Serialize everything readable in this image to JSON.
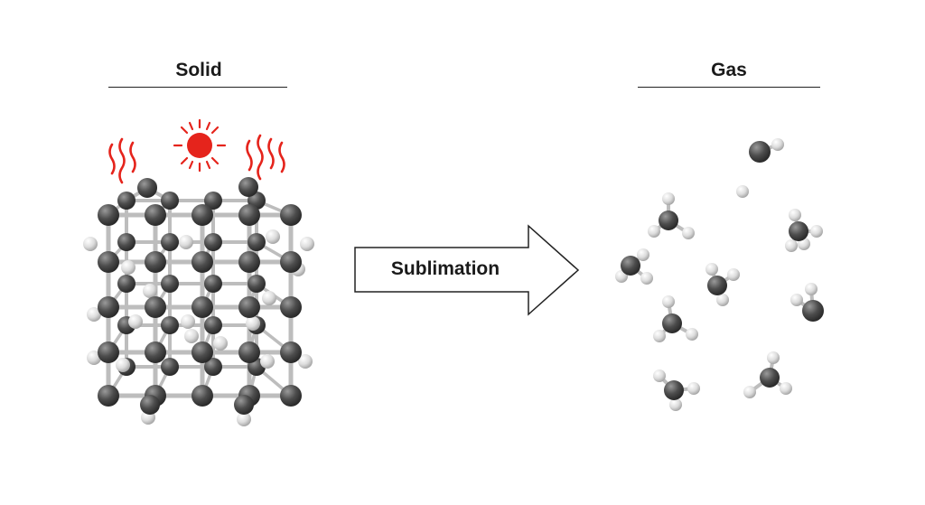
{
  "diagram": {
    "solid_label": "Solid",
    "gas_label": "Gas",
    "process_label": "Sublimation"
  },
  "icons": {
    "heat": "sun-icon",
    "wave": "heat-wave-icon"
  },
  "colors": {
    "heat": "#e5241c",
    "carbon": "#4d4d4d",
    "hydrogen": "#dcdcdc",
    "bond": "#bdbdbd",
    "text": "#1a1a1a"
  }
}
